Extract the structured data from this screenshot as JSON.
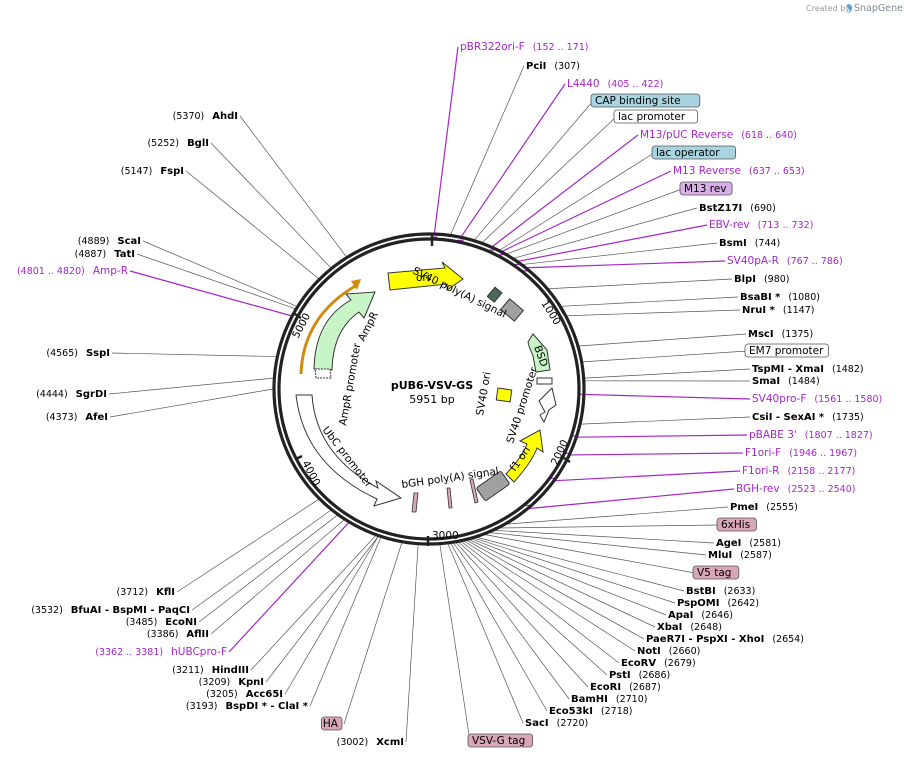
{
  "branding": {
    "created_by": "Created by",
    "product": "SnapGene"
  },
  "plasmid": {
    "name": "pUB6-VSV-GS",
    "length": "5951 bp"
  },
  "ticks": [
    "1000",
    "2000",
    "3000",
    "4000",
    "5000"
  ],
  "colors": {
    "backbone": "#222222",
    "primer": "#a326c8",
    "origin": "#ffff00",
    "promoter": "#ffffff",
    "marker": "#c8f5c8",
    "amp_arrow": "#c8f5c8",
    "amp_outline": "#d28a10",
    "terminator": "#a0a0a0",
    "tag_fill": "#d9a6b7",
    "protein_bind_fill": "#a8d4e0",
    "m13_fill": "#d8b0e8"
  },
  "features_inside": [
    {
      "name": "ori",
      "type": "origin"
    },
    {
      "name": "AmpR",
      "type": "marker"
    },
    {
      "name": "AmpR promoter",
      "type": "promoter"
    },
    {
      "name": "UbC promoter",
      "type": "promoter"
    },
    {
      "name": "bGH poly(A) signal",
      "type": "terminator"
    },
    {
      "name": "f1 ori",
      "type": "origin"
    },
    {
      "name": "SV40 promoter",
      "type": "promoter"
    },
    {
      "name": "SV40 ori",
      "type": "origin"
    },
    {
      "name": "BSD",
      "type": "marker"
    },
    {
      "name": "SV40 poly(A) signal",
      "type": "terminator"
    }
  ],
  "right_labels": [
    {
      "name": "pBR322ori-F",
      "pos": "(152 .. 171)",
      "kind": "primer"
    },
    {
      "name": "PciI",
      "pos": "(307)",
      "kind": "enzyme"
    },
    {
      "name": "L4440",
      "pos": "(405 .. 422)",
      "kind": "primer"
    },
    {
      "name": "CAP binding site",
      "pos": "",
      "kind": "boxblue"
    },
    {
      "name": "lac promoter",
      "pos": "",
      "kind": "boxwhite"
    },
    {
      "name": "M13/pUC Reverse",
      "pos": "(618 .. 640)",
      "kind": "primer"
    },
    {
      "name": "lac operator",
      "pos": "",
      "kind": "boxblue"
    },
    {
      "name": "M13 Reverse",
      "pos": "(637 .. 653)",
      "kind": "primer"
    },
    {
      "name": "M13 rev",
      "pos": "",
      "kind": "boxpurple"
    },
    {
      "name": "BstZ17I",
      "pos": "(690)",
      "kind": "enzyme"
    },
    {
      "name": "EBV-rev",
      "pos": "(713 .. 732)",
      "kind": "primer"
    },
    {
      "name": "BsmI",
      "pos": "(744)",
      "kind": "enzyme"
    },
    {
      "name": "SV40pA-R",
      "pos": "(767 .. 786)",
      "kind": "primer"
    },
    {
      "name": "BlpI",
      "pos": "(980)",
      "kind": "enzyme"
    },
    {
      "name": "BsaBI *",
      "pos": "(1080)",
      "kind": "enzyme"
    },
    {
      "name": "NruI *",
      "pos": "(1147)",
      "kind": "enzyme"
    },
    {
      "name": "MscI",
      "pos": "(1375)",
      "kind": "enzyme"
    },
    {
      "name": "EM7 promoter",
      "pos": "",
      "kind": "boxwhite"
    },
    {
      "name": "TspMI - XmaI",
      "pos": "(1482)",
      "kind": "enzyme"
    },
    {
      "name": "SmaI",
      "pos": "(1484)",
      "kind": "enzyme"
    },
    {
      "name": "SV40pro-F",
      "pos": "(1561 .. 1580)",
      "kind": "primer"
    },
    {
      "name": "CsiI - SexAI *",
      "pos": "(1735)",
      "kind": "enzyme"
    },
    {
      "name": "pBABE 3'",
      "pos": "(1807 .. 1827)",
      "kind": "primer"
    },
    {
      "name": "F1ori-F",
      "pos": "(1946 .. 1967)",
      "kind": "primer"
    },
    {
      "name": "F1ori-R",
      "pos": "(2158 .. 2177)",
      "kind": "primer"
    },
    {
      "name": "BGH-rev",
      "pos": "(2523 .. 2540)",
      "kind": "primer"
    },
    {
      "name": "PmeI",
      "pos": "(2555)",
      "kind": "enzyme"
    },
    {
      "name": "6xHis",
      "pos": "",
      "kind": "boxtag"
    },
    {
      "name": "AgeI",
      "pos": "(2581)",
      "kind": "enzyme"
    },
    {
      "name": "MluI",
      "pos": "(2587)",
      "kind": "enzyme"
    },
    {
      "name": "V5 tag",
      "pos": "",
      "kind": "boxtag"
    },
    {
      "name": "BstBI",
      "pos": "(2633)",
      "kind": "enzyme"
    },
    {
      "name": "PspOMI",
      "pos": "(2642)",
      "kind": "enzyme"
    },
    {
      "name": "ApaI",
      "pos": "(2646)",
      "kind": "enzyme"
    },
    {
      "name": "XbaI",
      "pos": "(2648)",
      "kind": "enzyme"
    },
    {
      "name": "PaeR7I - PspXI - XhoI",
      "pos": "(2654)",
      "kind": "enzyme"
    },
    {
      "name": "NotI",
      "pos": "(2660)",
      "kind": "enzyme"
    },
    {
      "name": "EcoRV",
      "pos": "(2679)",
      "kind": "enzyme"
    },
    {
      "name": "PstI",
      "pos": "(2686)",
      "kind": "enzyme"
    },
    {
      "name": "EcoRI",
      "pos": "(2687)",
      "kind": "enzyme"
    },
    {
      "name": "BamHI",
      "pos": "(2710)",
      "kind": "enzyme"
    },
    {
      "name": "Eco53kI",
      "pos": "(2718)",
      "kind": "enzyme"
    },
    {
      "name": "SacI",
      "pos": "(2720)",
      "kind": "enzyme"
    },
    {
      "name": "VSV-G tag",
      "pos": "",
      "kind": "boxtag"
    }
  ],
  "left_labels": [
    {
      "name": "AhdI",
      "pos": "(5370)",
      "kind": "enzyme"
    },
    {
      "name": "BglI",
      "pos": "(5252)",
      "kind": "enzyme"
    },
    {
      "name": "FspI",
      "pos": "(5147)",
      "kind": "enzyme"
    },
    {
      "name": "ScaI",
      "pos": "(4889)",
      "kind": "enzyme"
    },
    {
      "name": "TatI",
      "pos": "(4887)",
      "kind": "enzyme"
    },
    {
      "name": "Amp-R",
      "pos": "(4801 .. 4820)",
      "kind": "primer"
    },
    {
      "name": "SspI",
      "pos": "(4565)",
      "kind": "enzyme"
    },
    {
      "name": "SgrDI",
      "pos": "(4444)",
      "kind": "enzyme"
    },
    {
      "name": "AfeI",
      "pos": "(4373)",
      "kind": "enzyme"
    },
    {
      "name": "KflI",
      "pos": "(3712)",
      "kind": "enzyme"
    },
    {
      "name": "BfuAI - BspMI - PaqCI",
      "pos": "(3532)",
      "kind": "enzyme"
    },
    {
      "name": "EcoNI",
      "pos": "(3485)",
      "kind": "enzyme"
    },
    {
      "name": "AflII",
      "pos": "(3386)",
      "kind": "enzyme"
    },
    {
      "name": "hUBCpro-F",
      "pos": "(3362 .. 3381)",
      "kind": "primer"
    },
    {
      "name": "HindIII",
      "pos": "(3211)",
      "kind": "enzyme"
    },
    {
      "name": "KpnI",
      "pos": "(3209)",
      "kind": "enzyme"
    },
    {
      "name": "Acc65I",
      "pos": "(3205)",
      "kind": "enzyme"
    },
    {
      "name": "BspDI * - ClaI *",
      "pos": "(3193)",
      "kind": "enzyme"
    },
    {
      "name": "HA",
      "pos": "",
      "kind": "boxtag"
    },
    {
      "name": "XcmI",
      "pos": "(3002)",
      "kind": "enzyme"
    }
  ]
}
